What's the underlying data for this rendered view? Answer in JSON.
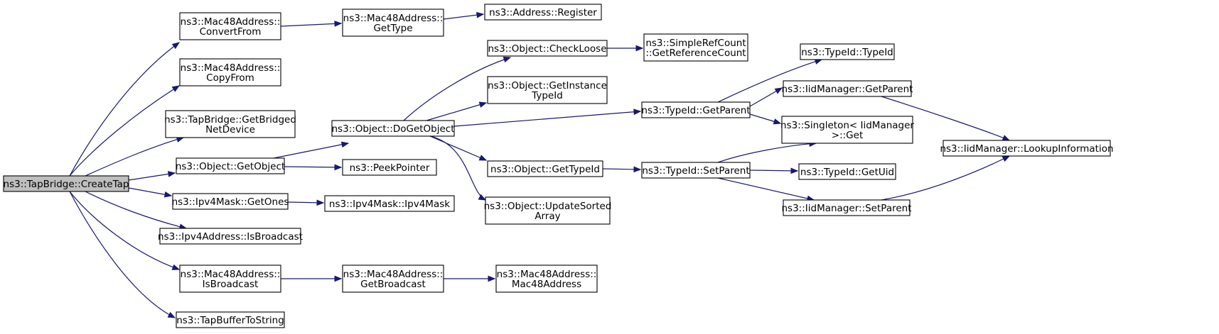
{
  "nodes": [
    {
      "id": "n0",
      "lines": [
        "ns3::TapBridge::CreateTap"
      ],
      "root": true
    },
    {
      "id": "n1",
      "lines": [
        "ns3::Mac48Address::",
        "ConvertFrom"
      ]
    },
    {
      "id": "n2",
      "lines": [
        "ns3::Mac48Address::",
        "CopyFrom"
      ]
    },
    {
      "id": "n3",
      "lines": [
        "ns3::TapBridge::GetBridged",
        "NetDevice"
      ]
    },
    {
      "id": "n4",
      "lines": [
        "ns3::Object::GetObject"
      ]
    },
    {
      "id": "n5",
      "lines": [
        "ns3::Ipv4Mask::GetOnes"
      ]
    },
    {
      "id": "n6",
      "lines": [
        "ns3::Ipv4Address::IsBroadcast"
      ]
    },
    {
      "id": "n7",
      "lines": [
        "ns3::Mac48Address::",
        "IsBroadcast"
      ]
    },
    {
      "id": "n8",
      "lines": [
        "ns3::TapBufferToString"
      ]
    },
    {
      "id": "n9",
      "lines": [
        "ns3::Mac48Address::",
        "GetType"
      ]
    },
    {
      "id": "n10",
      "lines": [
        "ns3::Object::DoGetObject"
      ]
    },
    {
      "id": "n11",
      "lines": [
        "ns3::PeekPointer"
      ]
    },
    {
      "id": "n12",
      "lines": [
        "ns3::Ipv4Mask::Ipv4Mask"
      ]
    },
    {
      "id": "n13",
      "lines": [
        "ns3::Mac48Address::",
        "GetBroadcast"
      ]
    },
    {
      "id": "n14",
      "lines": [
        "ns3::Address::Register"
      ]
    },
    {
      "id": "n15",
      "lines": [
        "ns3::Object::CheckLoose"
      ]
    },
    {
      "id": "n16",
      "lines": [
        "ns3::Object::GetInstance",
        "TypeId"
      ]
    },
    {
      "id": "n17",
      "lines": [
        "ns3::Object::GetTypeId"
      ]
    },
    {
      "id": "n18",
      "lines": [
        "ns3::Object::UpdateSorted",
        "Array"
      ]
    },
    {
      "id": "n19",
      "lines": [
        "ns3::Mac48Address::",
        "Mac48Address"
      ]
    },
    {
      "id": "n20",
      "lines": [
        "ns3::SimpleRefCount",
        "::GetReferenceCount"
      ]
    },
    {
      "id": "n21",
      "lines": [
        "ns3::TypeId::GetParent"
      ]
    },
    {
      "id": "n22",
      "lines": [
        "ns3::TypeId::SetParent"
      ]
    },
    {
      "id": "n23",
      "lines": [
        "ns3::TypeId::TypeId"
      ]
    },
    {
      "id": "n24",
      "lines": [
        "ns3::IidManager::GetParent"
      ]
    },
    {
      "id": "n25",
      "lines": [
        "ns3::Singleton< IidManager",
        " >::Get"
      ]
    },
    {
      "id": "n26",
      "lines": [
        "ns3::TypeId::GetUid"
      ]
    },
    {
      "id": "n27",
      "lines": [
        "ns3::IidManager::SetParent"
      ]
    },
    {
      "id": "n28",
      "lines": [
        "ns3::IidManager::LookupInformation"
      ]
    }
  ],
  "edges": [
    [
      "n0",
      "n1"
    ],
    [
      "n0",
      "n2"
    ],
    [
      "n0",
      "n3"
    ],
    [
      "n0",
      "n4"
    ],
    [
      "n0",
      "n5"
    ],
    [
      "n0",
      "n6"
    ],
    [
      "n0",
      "n7"
    ],
    [
      "n0",
      "n8"
    ],
    [
      "n1",
      "n9"
    ],
    [
      "n9",
      "n14"
    ],
    [
      "n4",
      "n10"
    ],
    [
      "n4",
      "n11"
    ],
    [
      "n5",
      "n12"
    ],
    [
      "n7",
      "n13"
    ],
    [
      "n13",
      "n19"
    ],
    [
      "n10",
      "n15"
    ],
    [
      "n10",
      "n16"
    ],
    [
      "n10",
      "n21"
    ],
    [
      "n10",
      "n17"
    ],
    [
      "n10",
      "n18"
    ],
    [
      "n15",
      "n20"
    ],
    [
      "n17",
      "n22"
    ],
    [
      "n21",
      "n23"
    ],
    [
      "n21",
      "n24"
    ],
    [
      "n21",
      "n25"
    ],
    [
      "n22",
      "n25"
    ],
    [
      "n22",
      "n26"
    ],
    [
      "n22",
      "n27"
    ],
    [
      "n24",
      "n28"
    ],
    [
      "n27",
      "n28"
    ]
  ]
}
